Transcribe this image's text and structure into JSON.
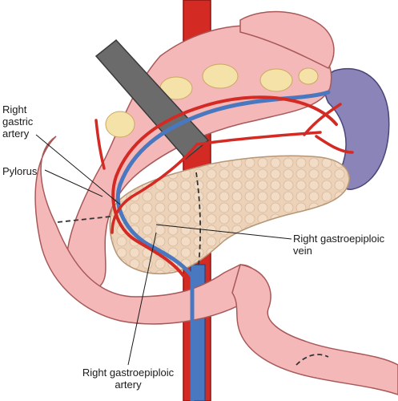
{
  "labels": {
    "right_gastric_artery": "Right\ngastric\nartery",
    "pylorus": "Pylorus",
    "right_gastroepiploic_vein": "Right gastroepiploic\nvein",
    "right_gastroepiploic_artery": "Right gastroepiploic\nartery"
  },
  "colors": {
    "stomach": "#f4b8b8",
    "artery": "#d42a24",
    "vein": "#4a78c0",
    "pancreas": "#ecd2b8",
    "spleen": "#8a84b8",
    "fat": "#f5e2a8",
    "instrument": "#6b6b6b"
  }
}
